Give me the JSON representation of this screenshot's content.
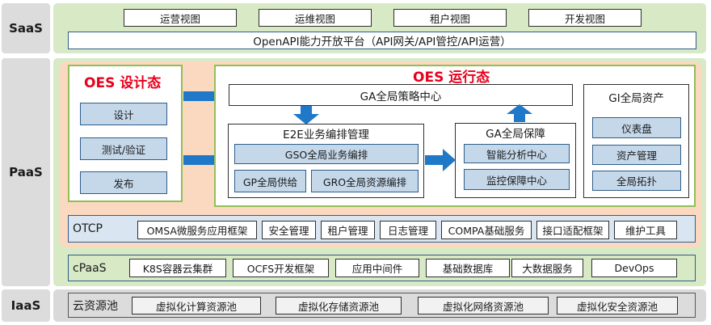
{
  "layers": {
    "saas": "SaaS",
    "paas": "PaaS",
    "iaas": "IaaS"
  },
  "saas": {
    "views": [
      "运营视图",
      "运维视图",
      "租户视图",
      "开发视图"
    ],
    "openapi": "OpenAPI能力开放平台（API网关/API管控/API运营）"
  },
  "design": {
    "title": "OES 设计态",
    "items": [
      "设计",
      "测试/验证",
      "发布"
    ]
  },
  "runtime": {
    "title": "OES 运行态",
    "strategy": "GA全局策略中心",
    "e2e": {
      "title": "E2E业务编排管理",
      "gso": "GSO全局业务编排",
      "gp": "GP全局供给",
      "gro": "GRO全局资源编排"
    },
    "guarantee": {
      "title": "GA全局保障",
      "items": [
        "智能分析中心",
        "监控保障中心"
      ]
    },
    "gi": {
      "title": "GI全局资产",
      "items": [
        "仪表盘",
        "资产管理",
        "全局拓扑"
      ]
    }
  },
  "otcp": {
    "label": "OTCP",
    "items": [
      "OMSA微服务应用框架",
      "安全管理",
      "租户管理",
      "日志管理",
      "COMPA基础服务",
      "接口适配框架",
      "维护工具"
    ]
  },
  "cpaas": {
    "label": "cPaaS",
    "items": [
      "K8S容器云集群",
      "OCFS开发框架",
      "应用中间件",
      "基础数据库",
      "大数据服务",
      "DevOps"
    ]
  },
  "iaas": {
    "label": "云资源池",
    "items": [
      "虚拟化计算资源池",
      "虚拟化存储资源池",
      "虚拟化网络资源池",
      "虚拟化安全资源池"
    ]
  },
  "colors": {
    "green_band": "#d8e9c5",
    "green_border": "#8fbf56",
    "peach": "#fbd9c1",
    "blue_box": "#c5d8ea",
    "arrow_blue": "#1f78c8",
    "title_red": "#e8001c",
    "otcp_band": "#d9e6f2"
  }
}
